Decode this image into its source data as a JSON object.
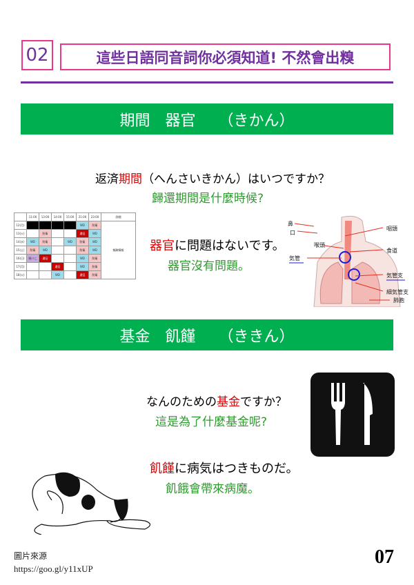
{
  "header": {
    "number": "02",
    "title": "這些日語同音詞你必須知道! 不然會出糗"
  },
  "section1": {
    "heading": "期間　器官　　（きかん）",
    "ex1": {
      "pre": "返済",
      "red": "期間",
      "post": "（へんさいきかん）はいつですか？",
      "zh": "歸還期間是什麼時候?"
    },
    "ex2": {
      "red": "器官",
      "post": "に問題はないです。",
      "zh": "器官沒有問題。"
    },
    "schedule": {
      "headers": [
        "",
        "11:00",
        "13:00",
        "14:00",
        "15:00",
        "21:00",
        "23:00",
        "詳細"
      ],
      "rows": [
        [
          "12(月)",
          "",
          "",
          "",
          "",
          "WD",
          "防衛"
        ],
        [
          "13(火)",
          "",
          "防衛",
          "",
          "",
          "遠征",
          "WD"
        ],
        [
          "14(水)",
          "WD",
          "防衛",
          "",
          "WD",
          "防衛",
          "WD"
        ],
        [
          "15(土)",
          "防衛",
          "WD",
          "",
          "",
          "防衛",
          "WD"
        ],
        [
          "16(日)",
          "騎バこ",
          "遠征",
          "",
          "",
          "WD",
          "防衛"
        ],
        [
          "17(月)",
          "",
          "",
          "遠征",
          "",
          "WD",
          "防衛"
        ],
        [
          "18(火)",
          "",
          "",
          "WD",
          "",
          "遠征",
          "防衛"
        ]
      ],
      "detail": "報酬情報"
    },
    "anatomy": [
      "鼻",
      "口",
      "咽頭",
      "喉頭",
      "食道",
      "気管",
      "気管支",
      "細気管支",
      "肺胞"
    ]
  },
  "section2": {
    "heading": "基金　飢饉　　（ききん）",
    "ex1": {
      "pre": "なんのための",
      "red": "基金",
      "post": "ですか？",
      "zh": "這是為了什麼基金呢?"
    },
    "ex2": {
      "red": "飢饉",
      "post": "に病気はつきものだ。",
      "zh": "飢餓會帶來病魔。"
    }
  },
  "footer": {
    "source_label": "圖片來源",
    "source_url": "https://goo.gl/y11xUP",
    "page": "07"
  }
}
